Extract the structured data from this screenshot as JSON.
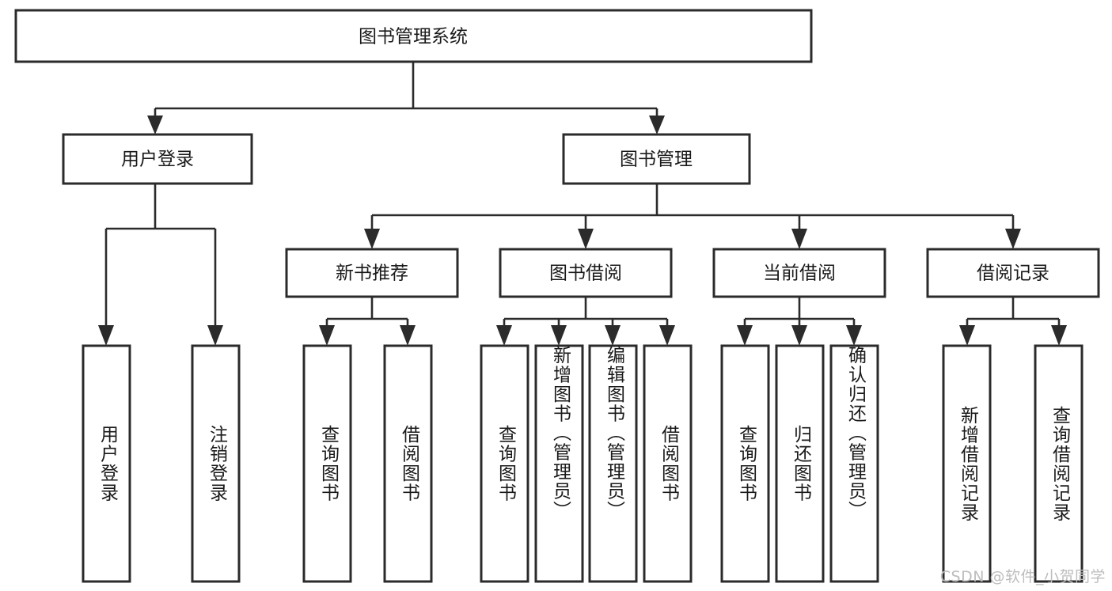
{
  "diagram": {
    "type": "tree-hierarchy",
    "title": "图书管理系统",
    "watermark": "CSDN @软件_小贺同学",
    "colors": {
      "box_stroke": "#2b2b2b",
      "box_fill": "#ffffff",
      "connector": "#2b2b2b",
      "text": "#1a1a1a",
      "watermark": "#bdbdbd",
      "background": "#ffffff"
    },
    "root": {
      "id": "root",
      "label": "图书管理系统"
    },
    "level2": [
      {
        "id": "user-login",
        "label": "用户登录"
      },
      {
        "id": "book-management",
        "label": "图书管理"
      }
    ],
    "level3": [
      {
        "id": "new-book-recommend",
        "label": "新书推荐",
        "parent": "book-management"
      },
      {
        "id": "book-borrow",
        "label": "图书借阅",
        "parent": "book-management"
      },
      {
        "id": "current-borrow",
        "label": "当前借阅",
        "parent": "book-management"
      },
      {
        "id": "borrow-record",
        "label": "借阅记录",
        "parent": "book-management"
      }
    ],
    "leaves": [
      {
        "id": "leaf-user-login",
        "label": "用户登录",
        "parent": "user-login"
      },
      {
        "id": "leaf-logout-login",
        "label": "注销登录",
        "parent": "user-login"
      },
      {
        "id": "leaf-query-book-1",
        "label": "查询图书",
        "parent": "new-book-recommend"
      },
      {
        "id": "leaf-borrow-book-1",
        "label": "借阅图书",
        "parent": "new-book-recommend"
      },
      {
        "id": "leaf-query-book-2",
        "label": "查询图书",
        "parent": "book-borrow"
      },
      {
        "id": "leaf-add-book",
        "label": "新增图书（管理员）",
        "parent": "book-borrow"
      },
      {
        "id": "leaf-edit-book",
        "label": "编辑图书（管理员）",
        "parent": "book-borrow"
      },
      {
        "id": "leaf-borrow-book-2",
        "label": "借阅图书",
        "parent": "book-borrow"
      },
      {
        "id": "leaf-query-book-3",
        "label": "查询图书",
        "parent": "current-borrow"
      },
      {
        "id": "leaf-return-book",
        "label": "归还图书",
        "parent": "current-borrow"
      },
      {
        "id": "leaf-confirm-return",
        "label": "确认归还（管理员）",
        "parent": "current-borrow"
      },
      {
        "id": "leaf-add-record",
        "label": "新增借阅记录",
        "parent": "borrow-record"
      },
      {
        "id": "leaf-query-record",
        "label": "查询借阅记录",
        "parent": "borrow-record"
      }
    ]
  }
}
